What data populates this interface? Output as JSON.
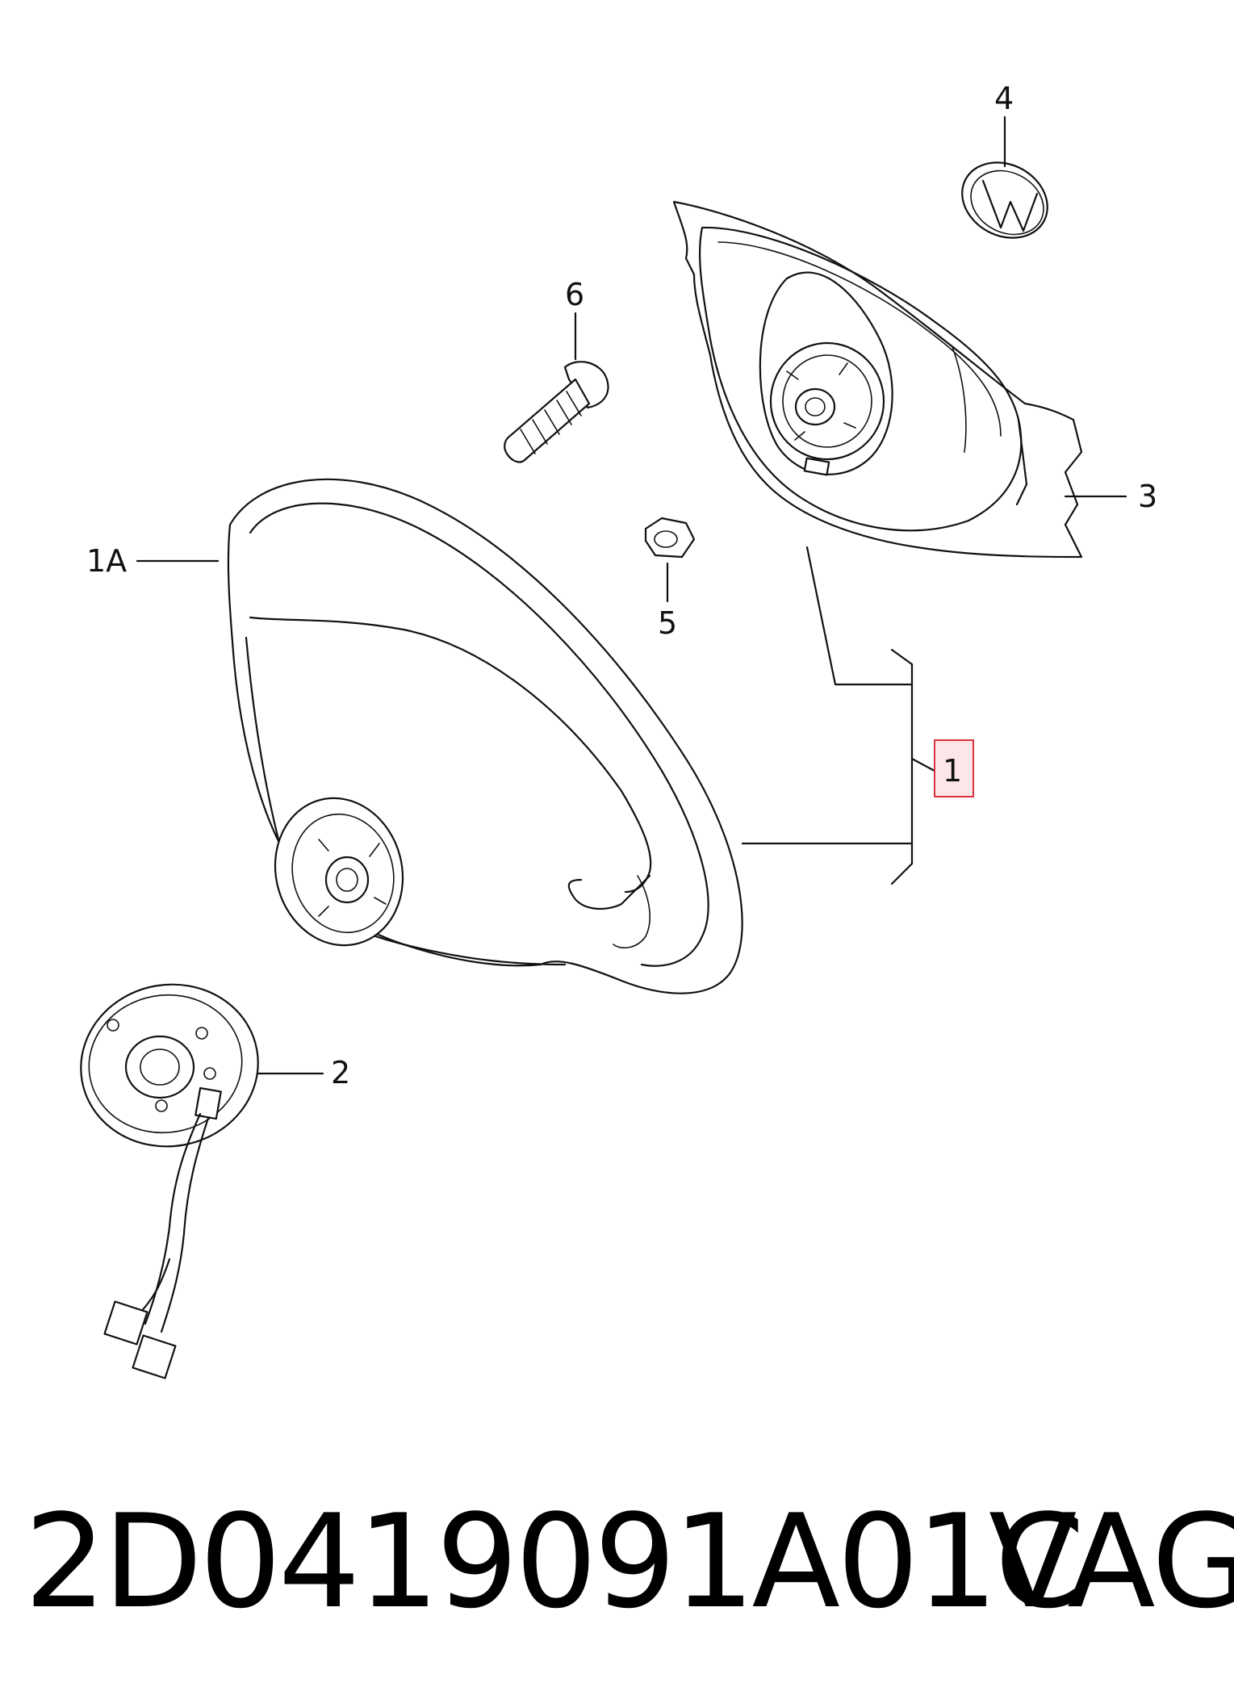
{
  "callouts": {
    "c1": "1",
    "c1a": "1A",
    "c2": "2",
    "c3": "3",
    "c4": "4",
    "c5": "5",
    "c6": "6"
  },
  "footer": {
    "part_number": "2D0419091A01C",
    "maker": "VAG"
  },
  "colors": {
    "line": "#111111",
    "highlight_border": "#d9333f",
    "highlight_fill": "#fde6e8"
  }
}
